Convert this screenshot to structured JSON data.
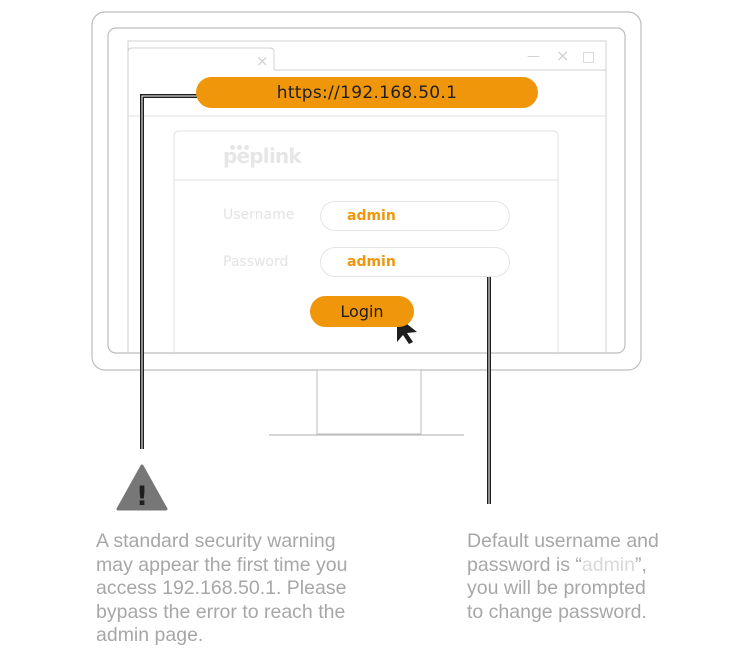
{
  "browser": {
    "url": "https://192.168.50.1",
    "tab_close_glyph": "×",
    "window_controls": [
      "—",
      "×",
      "□"
    ]
  },
  "login_page": {
    "brand": "peplink",
    "username_label": "Username",
    "username_value": "admin",
    "password_label": "Password",
    "password_value": "admin",
    "login_button": "Login"
  },
  "warning": {
    "icon": "warning-triangle-icon",
    "icon_glyph": "!",
    "lines": [
      "A standard security warning",
      "may appear the first time you",
      "access 192.168.50.1. Please",
      "bypass the error to reach the",
      "admin page."
    ]
  },
  "credentials_note": {
    "line1": "Default username and",
    "line2_prefix": "password is “",
    "line2_highlight": "admin",
    "line2_suffix": "”,",
    "line3": "you will be prompted",
    "line4": "to change password."
  },
  "colors": {
    "accent": "#F0960A",
    "outline": "#bdbdbd",
    "callout_line": "#1e1e1e",
    "note_text": "#a7a7a7"
  }
}
